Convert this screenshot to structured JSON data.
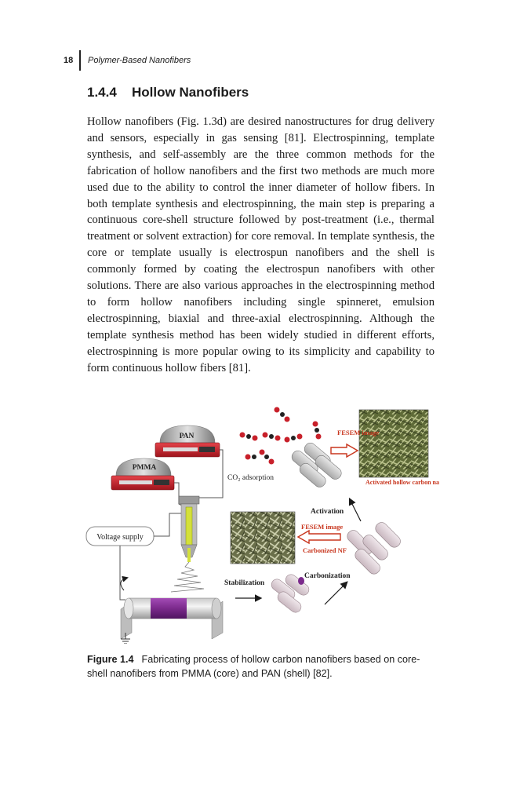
{
  "header": {
    "page_number": "18",
    "running_title": "Polymer-Based Nanofibers"
  },
  "section": {
    "number": "1.4.4",
    "title": "Hollow Nanofibers"
  },
  "body_text": "Hollow nanofibers (Fig. 1.3d) are desired nanostructures for drug delivery and sensors, especially in gas sensing [81]. Electrospinning, template synthesis, and self-assembly are the three common methods for the fabrication of hollow nanofibers and the first two methods are much more used due to the ability to control the inner diameter of hollow fibers. In both template synthesis and electrospinning, the main step is preparing a continuous core-shell structure followed by post-treatment (i.e., thermal treatment or solvent extraction) for core removal. In template synthesis, the core or template usually is electrospun nanofibers and the shell is commonly formed by coating the electrospun nanofibers with other solutions. There are also various approaches in the electrospinning method to form hollow nanofibers including single spinneret, emulsion electrospinning, biaxial and three-axial electrospinning. Although the template synthesis method has been widely studied in different efforts, electrospinning is more popular owing to its simplicity and capability to form continuous hollow fibers [81].",
  "figure": {
    "labels": {
      "pan": "PAN",
      "pmma": "PMMA",
      "voltage_supply": "Voltage supply",
      "co2_adsorption": "CO₂ adsorption",
      "fesem_top": "FESEM image",
      "activated": "Activated hollow carbon nanofibers",
      "activation": "Activation",
      "fesem_mid": "FESEM image",
      "carbonized": "Carbonized NF",
      "carbonization": "Carbonization",
      "stabilization": "Stabilization"
    },
    "colors": {
      "pump_red": "#c8202a",
      "nozzle_yellow": "#d4e03a",
      "collector_purple": "#7b2a8c",
      "label_red": "#c8361e",
      "sem_green": "#7d8a4c"
    }
  },
  "caption": {
    "label": "Figure 1.4",
    "text": "Fabricating process of hollow carbon nanofibers based on core-shell nanofibers from PMMA (core) and PAN (shell) [82]."
  }
}
